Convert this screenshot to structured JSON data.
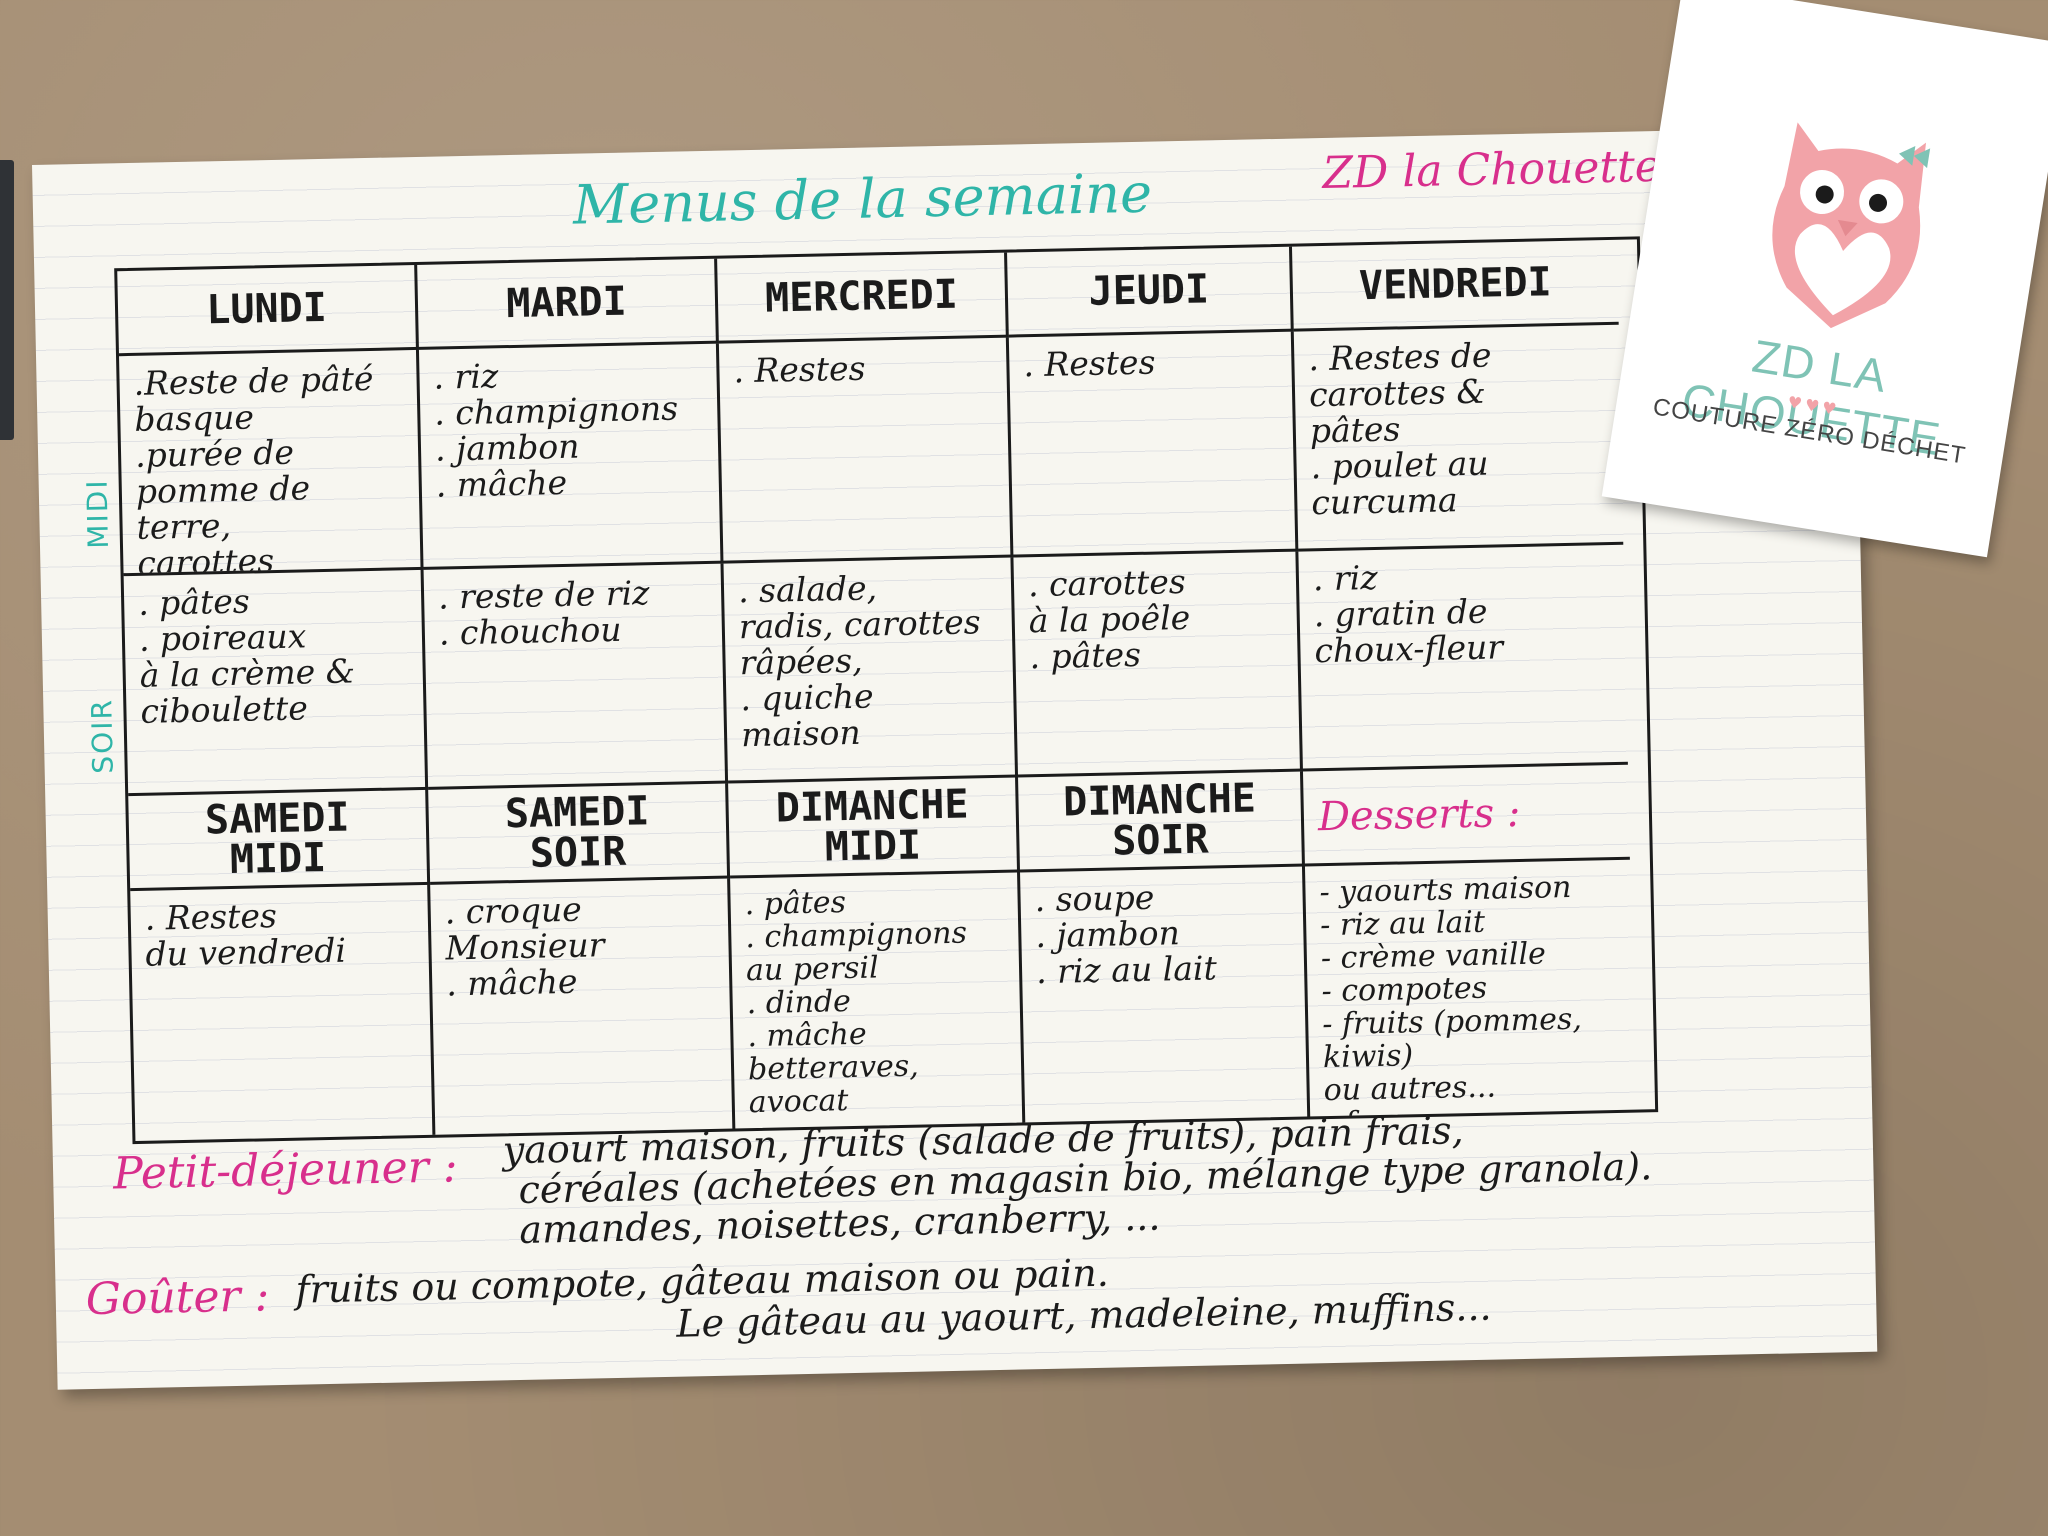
{
  "sheet": {
    "title": "Menus de la semaine",
    "brand": "ZD la Chouette",
    "labels": {
      "midi": "MIDI",
      "soir": "SOIR"
    },
    "weekday_headers": [
      "LUNDI",
      "MARDI",
      "MERCREDI",
      "JEUDI",
      "VENDREDI"
    ],
    "midi": [
      ".Reste de pâté\nbasque\n.purée de\npomme de terre,\ncarottes\n. poulet",
      ". riz\n. champignons\n. jambon\n. mâche",
      ". Restes",
      ". Restes",
      ". Restes de\ncarottes &\npâtes\n. poulet au\ncurcuma"
    ],
    "soir": [
      ". pâtes\n. poireaux\nà la crème &\nciboulette",
      ". reste de riz\n. chouchou",
      ". salade,\nradis, carottes\nrâpées,\n. quiche\nmaison",
      ". carottes\nà la poêle\n. pâtes",
      ". riz\n. gratin de\nchoux-fleur"
    ],
    "weekend_headers": [
      "SAMEDI\nMIDI",
      "SAMEDI\nSOIR",
      "DIMANCHE\nMIDI",
      "DIMANCHE\nSOIR",
      "Desserts :"
    ],
    "weekend": [
      ". Restes\ndu vendredi",
      ". croque\nMonsieur\n. mâche",
      ". pâtes\n. champignons\nau persil\n. dinde\n. mâche\nbetteraves, avocat",
      ". soupe\n. jambon\n. riz au lait",
      "- yaourts maison\n- riz au lait\n- crème vanille\n- compotes\n- fruits (pommes, kiwis)\nou autres...\n- fromage"
    ],
    "petit_dejeuner": {
      "label": "Petit-déjeuner :",
      "lines": [
        "yaourt maison, fruits (salade de fruits), pain frais,",
        "céréales (achetées en magasin bio, mélange type granola).",
        "amandes, noisettes, cranberry, ..."
      ]
    },
    "gouter": {
      "label": "Goûter :",
      "lines": [
        "fruits ou compote, gâteau maison ou pain.",
        "Le gâteau au yaourt, madeleine, muffins..."
      ]
    }
  },
  "card": {
    "brand": "ZD LA CHOUETTE",
    "hearts": "♥♥♥",
    "subtitle": "COUTURE ZÉRO DÉCHET",
    "owl_color": "#f2a3a8",
    "bow_color": "#7fc3b5"
  },
  "colors": {
    "teal": "#2fb5a8",
    "pink": "#d82f8c",
    "ink": "#1b1b1b"
  }
}
